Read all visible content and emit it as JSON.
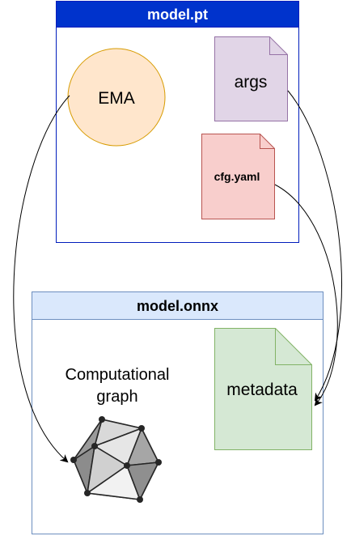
{
  "model_pt": {
    "title": "model.pt",
    "header_color": "#0033cc",
    "border_color": "#001dbc",
    "ema": {
      "label": "EMA",
      "fill": "#ffe6cc",
      "stroke": "#d79b00"
    },
    "args": {
      "label": "args",
      "fill": "#e1d5e7",
      "stroke": "#9673a6"
    },
    "cfg": {
      "label": "cfg.yaml",
      "fill": "#f8cecc",
      "stroke": "#b85450"
    }
  },
  "model_onnx": {
    "title": "model.onnx",
    "header_color": "#dae8fc",
    "border_color": "#6c8ebf",
    "graph_label_line1": "Computational",
    "graph_label_line2": "graph",
    "metadata": {
      "label": "metadata",
      "fill": "#d5e8d4",
      "stroke": "#82b366"
    }
  },
  "connections": [
    {
      "from": "EMA",
      "to": "Computational graph"
    },
    {
      "from": "args",
      "to": "metadata"
    },
    {
      "from": "cfg.yaml",
      "to": "metadata"
    }
  ]
}
